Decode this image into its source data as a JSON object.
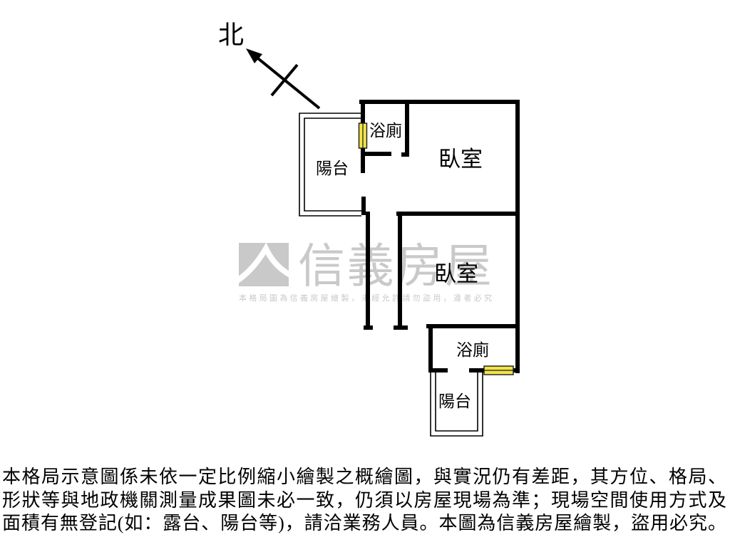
{
  "compass": {
    "label": "北",
    "icon": "north-arrow-icon"
  },
  "rooms": [
    {
      "name": "浴廁"
    },
    {
      "name": "臥室"
    },
    {
      "name": "陽台"
    },
    {
      "name": "臥室"
    },
    {
      "name": "浴廁"
    },
    {
      "name": "陽台"
    }
  ],
  "watermark": {
    "brand": "信義房屋",
    "notice": "本格局圖為信義房屋繪製，未經允許請勿盜用，違者必究",
    "logo_icon": "house-roof-logo-icon"
  },
  "disclaimer": {
    "lines": [
      "本格局示意圖係未依一定比例縮小繪製之概繪圖，與實況仍有差距，其方位、格局、",
      "形狀等與地政機關測量成果圖未必一致，仍須以房屋現場為準；現場空間使用方式及",
      "面積有無登記(如：露台、陽台等)，請洽業務人員。本圖為信義房屋繪製，盜用必究。"
    ]
  },
  "colors": {
    "background": "#ffffff",
    "wall": "#000000",
    "window": "#f2e44a",
    "watermark": "#c9c9c9",
    "text": "#000000"
  }
}
